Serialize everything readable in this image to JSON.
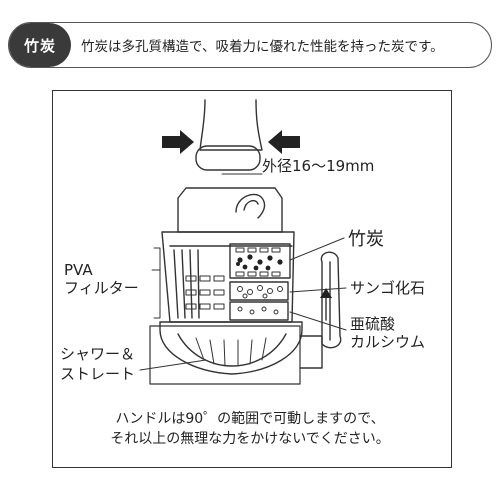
{
  "header": {
    "badge": "竹炭",
    "text": "竹炭は多孔質構造で、吸着力に優れた性能を持った炭です。"
  },
  "labels": {
    "outer_diameter": "外径16～19mm",
    "bamboo_charcoal": "竹炭",
    "pva_line1": "PVA",
    "pva_line2": "フィルター",
    "coral": "サンゴ化石",
    "sulfite_line1": "亜硫酸",
    "sulfite_line2": "カルシウム",
    "shower_line1": "シャワー＆",
    "shower_line2": "ストレート"
  },
  "note": {
    "line1": "ハンドルは90゜の範囲で可動しますので、",
    "line2": "それ以上の無理な力をかけないでください。"
  },
  "colors": {
    "ink": "#222222",
    "badge_bg": "#3a3a3a",
    "line": "#333333"
  }
}
